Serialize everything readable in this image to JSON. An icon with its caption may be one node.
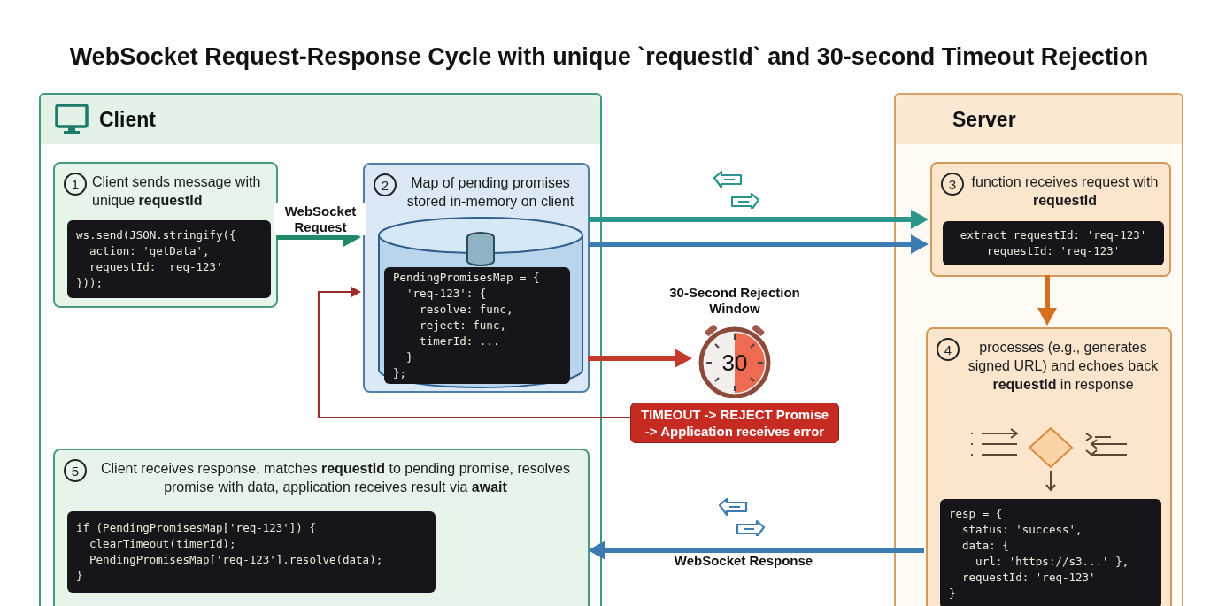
{
  "diagram": {
    "title": "WebSocket Request-Response Cycle with unique `requestId` and 30-second Timeout Rejection",
    "nodes": [
      {
        "text": [
          "Client"
        ]
      },
      {
        "text": [
          "1",
          "Client sends message with unique **requestId**"
        ],
        "in": 0
      },
      {
        "text": [
          "ws.send(JSON.stringify({",
          "  action: 'getData',",
          "  requestId: 'req-123'",
          "}));"
        ],
        "in": 1
      },
      {
        "text": [
          "2",
          "Map of pending promises stored in-memory on client"
        ],
        "in": 0
      },
      {
        "text": [],
        "shape": "cylinder",
        "in": 3
      },
      {
        "text": [
          "PendingPromisesMap = {",
          "  'req-123': {",
          "    resolve: func,",
          "    reject: func,",
          "    timerId: ...",
          "  }",
          "};"
        ],
        "in": 4
      },
      {
        "text": [
          "Server"
        ]
      },
      {
        "text": [
          "3",
          "function receives request with **requestId**"
        ],
        "in": 6
      },
      {
        "text": [
          "extract requestId: 'req-123'",
          "requestId: 'req-123'"
        ],
        "in": 7
      },
      {
        "text": [
          "4",
          "processes (e.g., generates signed URL) and echoes back **requestId** in response"
        ],
        "in": 6
      },
      {
        "text": [
          "resp = {",
          "  status: 'success',",
          "  data: {",
          "    url: 'https://s3...' },",
          "  requestId: 'req-123'",
          "}"
        ],
        "in": 9
      },
      {
        "text": [
          "30"
        ],
        "beside": [
          "30-Second Rejection Window"
        ]
      },
      {
        "text": [
          "TIMEOUT -> REJECT Promise -> Application receives error"
        ]
      },
      {
        "text": [
          "5",
          "Client receives response, matches **requestId** to pending promise, resolves promise with data, application receives result via **await**"
        ],
        "in": 0
      },
      {
        "text": [
          "if (PendingPromisesMap['req-123']) {",
          "  clearTimeout(timerId);",
          "  PendingPromisesMap['req-123'].resolve(data);",
          "}"
        ],
        "in": 13
      }
    ],
    "edges": [
      {
        "from": 1,
        "to": 3,
        "arrow": "to",
        "label": "WebSocket Request",
        "color": "#1e8a6a"
      },
      {
        "from": 3,
        "to": 7,
        "arrow": "to",
        "color": "#2a958a"
      },
      {
        "from": 3,
        "to": 7,
        "arrow": "to",
        "color": "#3d7bb3"
      },
      {
        "from": 3,
        "to": 11,
        "arrow": "to",
        "color": "#c53a2a"
      },
      {
        "from": 12,
        "to": 3,
        "arrow": "to",
        "color": "#9b2c2c"
      },
      {
        "from": 7,
        "to": 9,
        "arrow": "to",
        "color": "#d47020"
      },
      {
        "from": 9,
        "to": 13,
        "arrow": "to",
        "label": "WebSocket Response",
        "color": "#3d7bb3"
      }
    ]
  }
}
